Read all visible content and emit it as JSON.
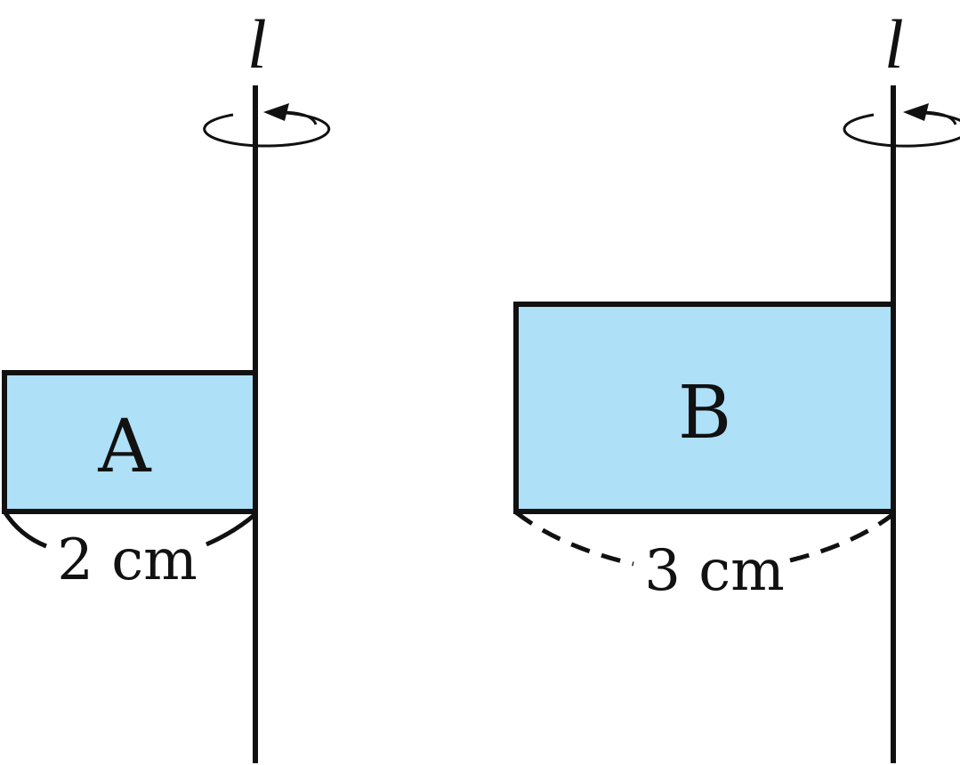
{
  "figures": [
    {
      "axis_label": "l",
      "shape_label": "A",
      "dimension_label": "2 cm",
      "fill_color": "#aee0f8"
    },
    {
      "axis_label": "l",
      "shape_label": "B",
      "dimension_label": "3 cm",
      "fill_color": "#aee0f8"
    }
  ],
  "colors": {
    "stroke": "#111111",
    "rectangle_fill": "#aee0f8"
  }
}
